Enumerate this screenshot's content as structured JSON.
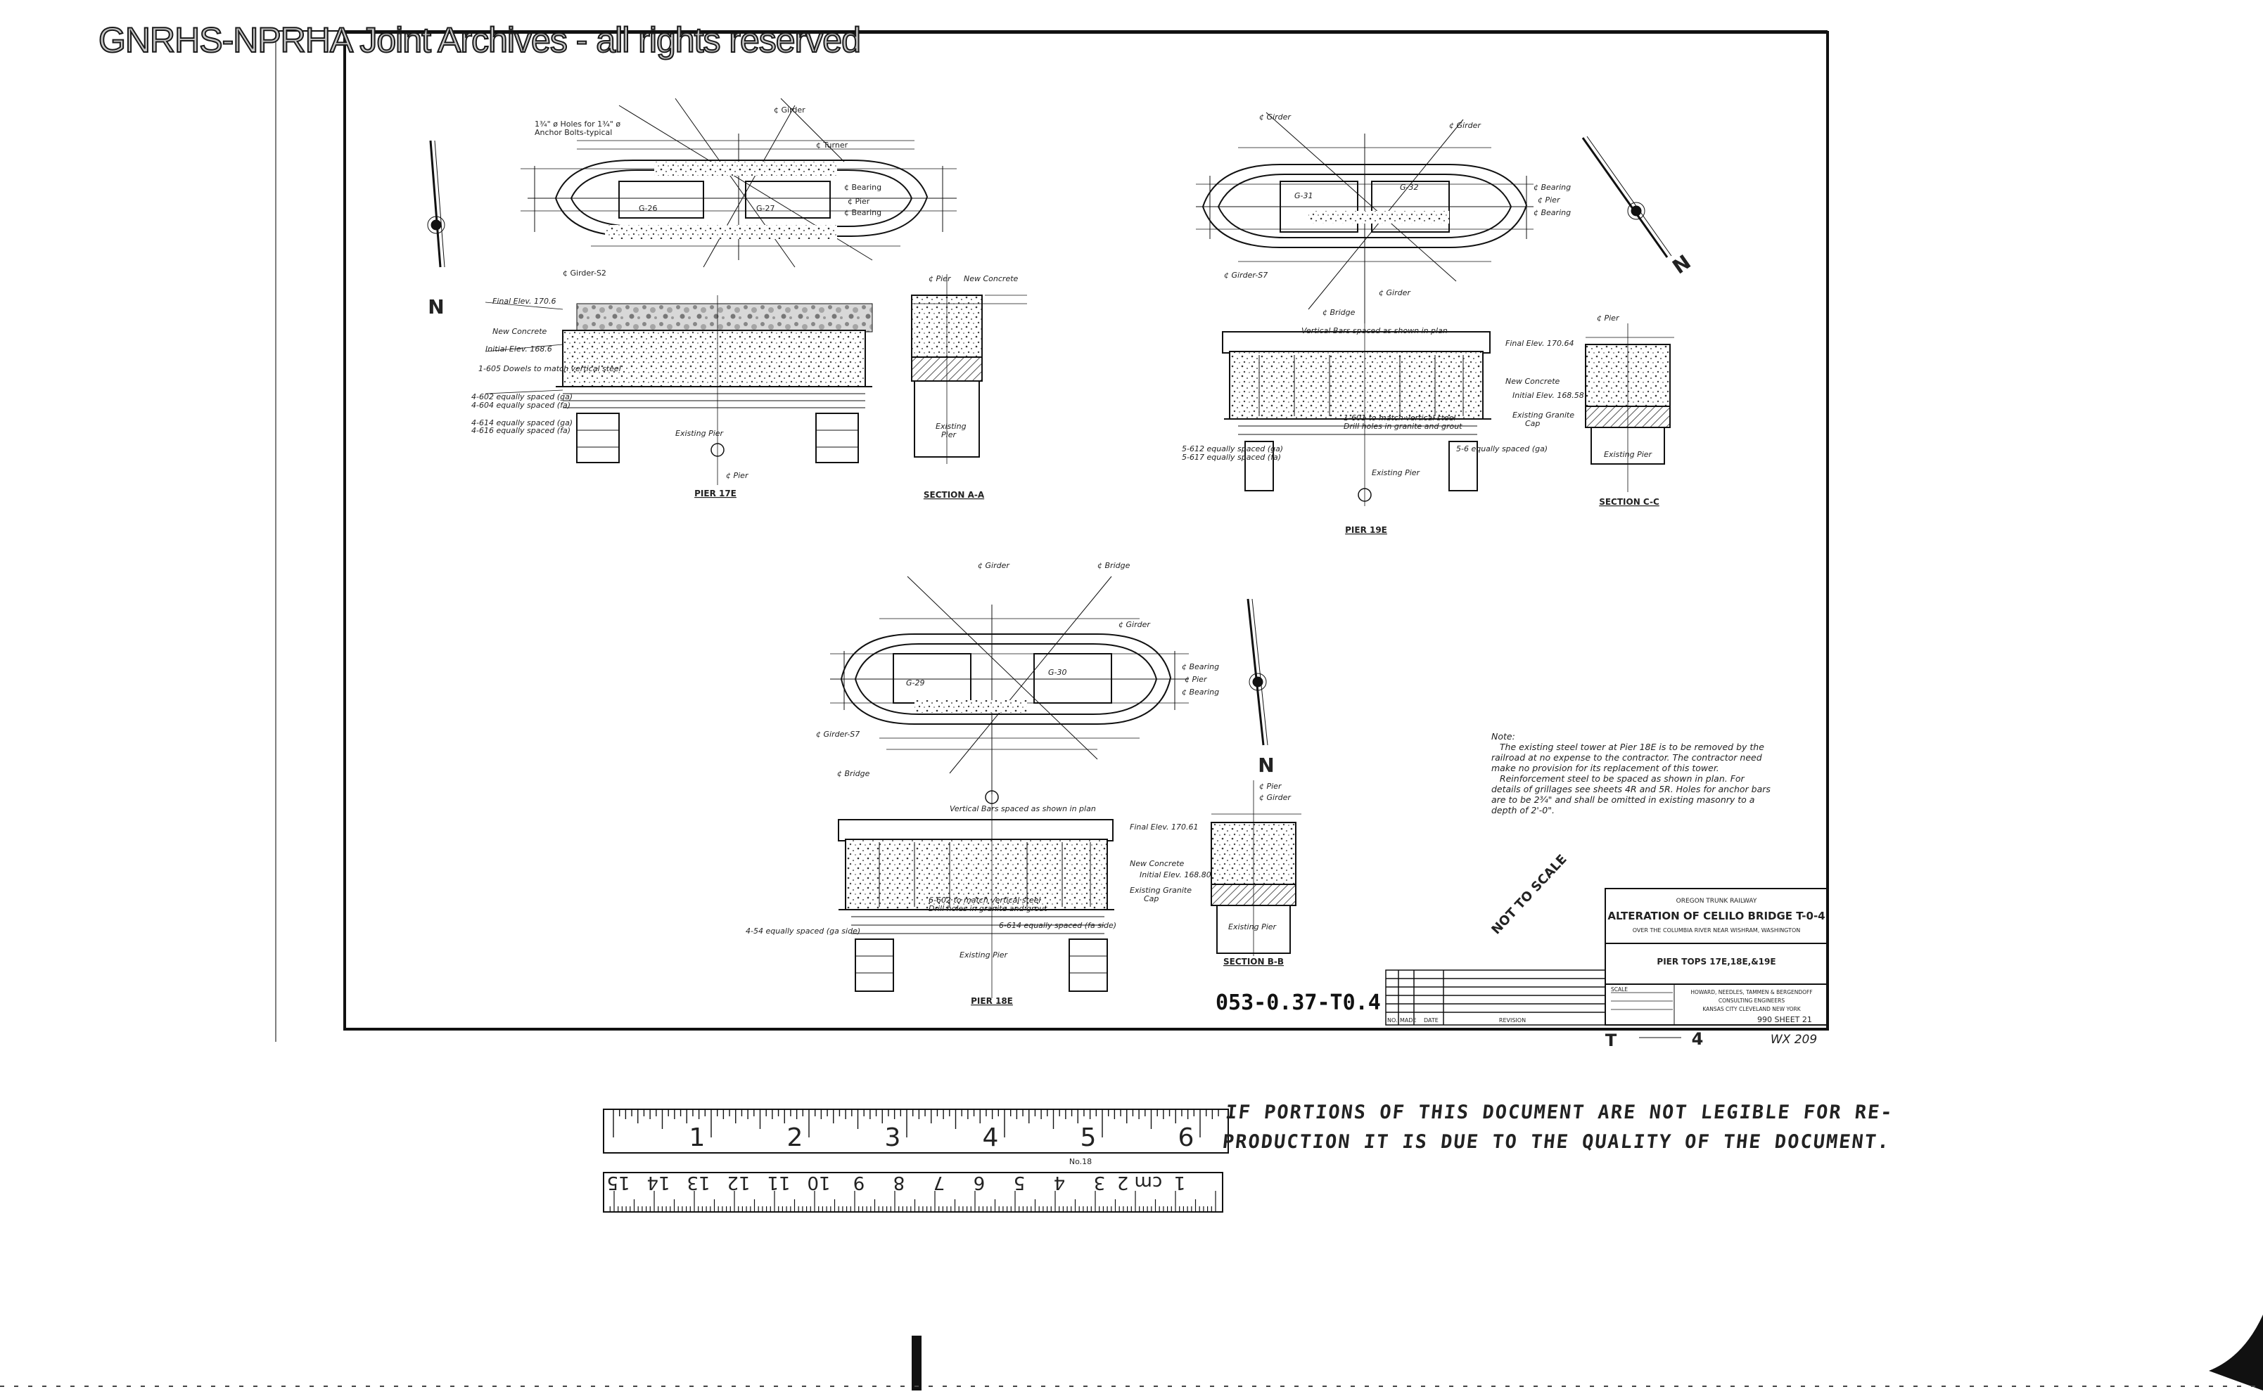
{
  "watermark": "GNRHS-NPRHA Joint Archives - all rights reserved",
  "north_label": "N",
  "views": {
    "pier_17e": "PIER 17E",
    "section_aa": "SECTION A-A",
    "pier_19e": "PIER 19E",
    "section_cc": "SECTION C-C",
    "pier_18e": "PIER 18E",
    "section_bb": "SECTION B-B"
  },
  "notes_text": "Note:\n   The existing steel tower at Pier 18E is to be removed by the railroad at no expense to the contractor. The contractor need make no provision for its replacement of this tower.\n   Reinforcement steel to be spaced as shown in plan. For details of grillages see sheets 4R and 5R. Holes for anchor bars are to be 2¾\" and shall be omitted in existing masonry to a depth of 2'-0\".",
  "not_to_scale": "NOT TO SCALE",
  "drawing_number": "053-0.37-T0.4",
  "title_block": {
    "railway": "OREGON TRUNK RAILWAY",
    "title": "ALTERATION OF CELILO BRIDGE T-0-4",
    "subtitle": "OVER THE COLUMBIA RIVER NEAR WISHRAM, WASHINGTON",
    "content": "PIER TOPS 17E,18E,&19E",
    "scale_label": "SCALE",
    "firm": "HOWARD, NEEDLES, TAMMEN & BERGENDOFF",
    "firm_role": "CONSULTING ENGINEERS",
    "cities": "KANSAS CITY     CLEVELAND     NEW YORK",
    "sheet": "990 SHEET 21",
    "revision_cols": [
      "NO.",
      "MADE",
      "DATE"
    ],
    "revision_label": "REVISION"
  },
  "sheet_marks": {
    "left": "T",
    "mid": "4",
    "wx": "WX 209"
  },
  "rulers": {
    "inch_labels": [
      "1",
      "2",
      "3",
      "4",
      "5",
      "6"
    ],
    "ruler_maker": "No.18",
    "cm_labels": [
      "1",
      "cm 2",
      "3",
      "4",
      "5",
      "6",
      "7",
      "8",
      "9",
      "10",
      "11",
      "12",
      "13",
      "14",
      "15"
    ]
  },
  "quality_notice": [
    "IF PORTIONS OF THIS DOCUMENT ARE NOT LEGIBLE FOR RE-",
    "PRODUCTION IT IS DUE TO THE QUALITY OF THE DOCUMENT."
  ]
}
